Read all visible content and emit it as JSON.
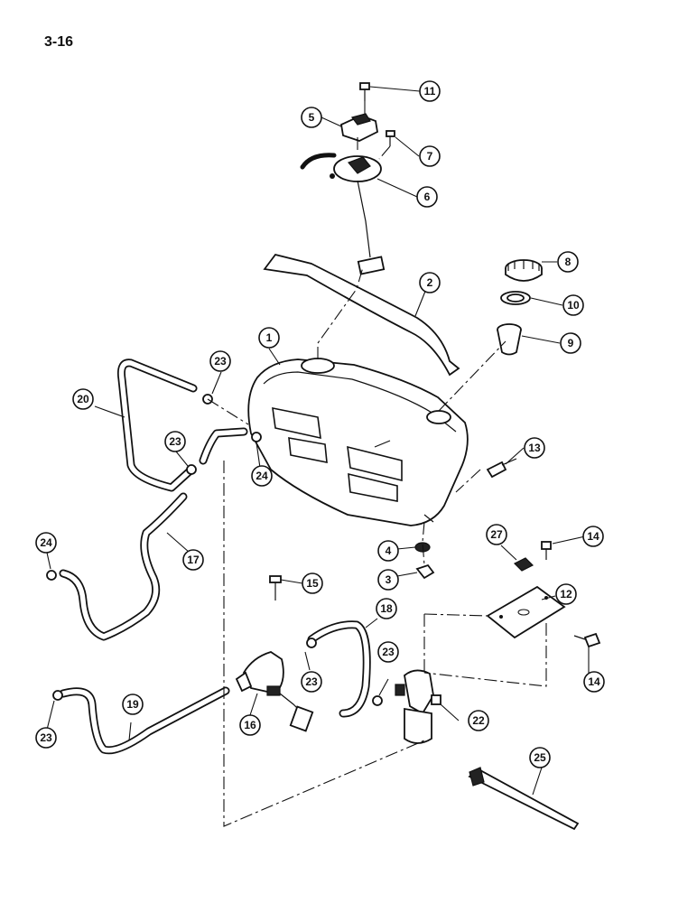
{
  "page": {
    "number": "3-16"
  },
  "callouts": [
    {
      "id": "c1",
      "label": "1"
    },
    {
      "id": "c2",
      "label": "2"
    },
    {
      "id": "c3",
      "label": "3"
    },
    {
      "id": "c4",
      "label": "4"
    },
    {
      "id": "c5",
      "label": "5"
    },
    {
      "id": "c6",
      "label": "6"
    },
    {
      "id": "c7",
      "label": "7"
    },
    {
      "id": "c8",
      "label": "8"
    },
    {
      "id": "c9",
      "label": "9"
    },
    {
      "id": "c10",
      "label": "10"
    },
    {
      "id": "c11",
      "label": "11"
    },
    {
      "id": "c12",
      "label": "12"
    },
    {
      "id": "c13",
      "label": "13"
    },
    {
      "id": "c14a",
      "label": "14"
    },
    {
      "id": "c14b",
      "label": "14"
    },
    {
      "id": "c15",
      "label": "15"
    },
    {
      "id": "c16",
      "label": "16"
    },
    {
      "id": "c17",
      "label": "17"
    },
    {
      "id": "c18",
      "label": "18"
    },
    {
      "id": "c19",
      "label": "19"
    },
    {
      "id": "c20",
      "label": "20"
    },
    {
      "id": "c22",
      "label": "22"
    },
    {
      "id": "c23a",
      "label": "23"
    },
    {
      "id": "c23b",
      "label": "23"
    },
    {
      "id": "c23c",
      "label": "23"
    },
    {
      "id": "c23d",
      "label": "23"
    },
    {
      "id": "c23e",
      "label": "23"
    },
    {
      "id": "c24a",
      "label": "24"
    },
    {
      "id": "c24b",
      "label": "24"
    },
    {
      "id": "c25",
      "label": "25"
    },
    {
      "id": "c27",
      "label": "27"
    }
  ]
}
